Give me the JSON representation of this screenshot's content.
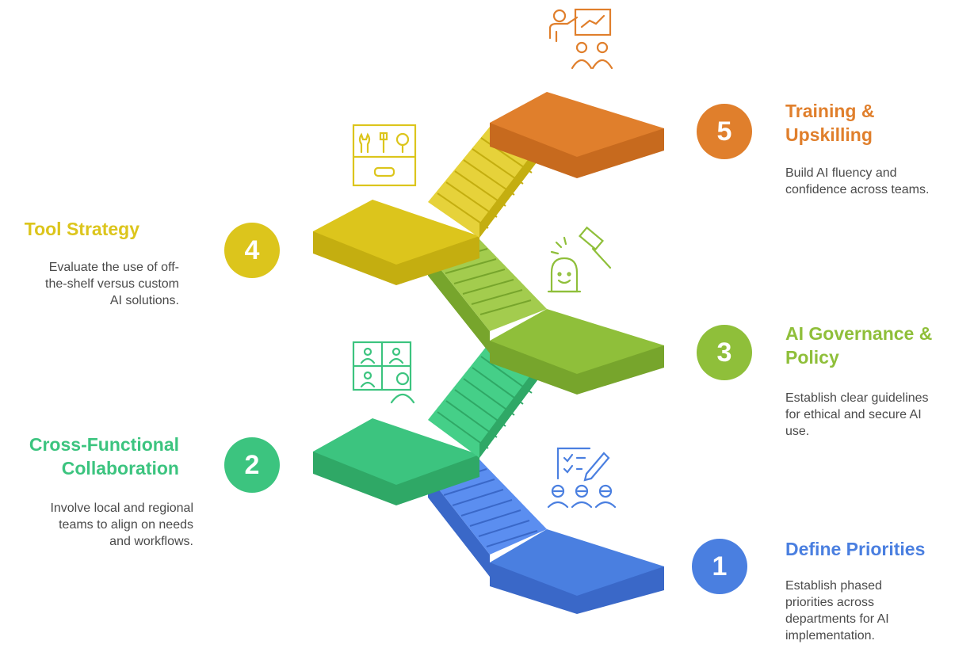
{
  "colors": {
    "step1": "#4a7fe0",
    "step2": "#3cc47f",
    "step3": "#8fbf3a",
    "step4": "#dcc51c",
    "step5": "#e07f2c"
  },
  "steps": [
    {
      "number": "1",
      "title": "Define Priorities",
      "description": "Establish phased\npriorities across\ndepartments for AI\nimplementation.",
      "icon": "team-checklist-icon"
    },
    {
      "number": "2",
      "title": "Cross-Functional\nCollaboration",
      "description": "Involve local and regional\nteams to align on needs\nand workflows.",
      "icon": "video-conference-icon"
    },
    {
      "number": "3",
      "title": "AI Governance &\nPolicy",
      "description": "Establish clear guidelines\nfor ethical and secure AI\nuse.",
      "icon": "gavel-robot-icon"
    },
    {
      "number": "4",
      "title": "Tool Strategy",
      "description": "Evaluate the use of off-\nthe-shelf versus custom\nAI solutions.",
      "icon": "toolbox-icon"
    },
    {
      "number": "5",
      "title": "Training &\nUpskilling",
      "description": "Build AI fluency and\nconfidence across teams.",
      "icon": "presentation-trainer-icon"
    }
  ]
}
